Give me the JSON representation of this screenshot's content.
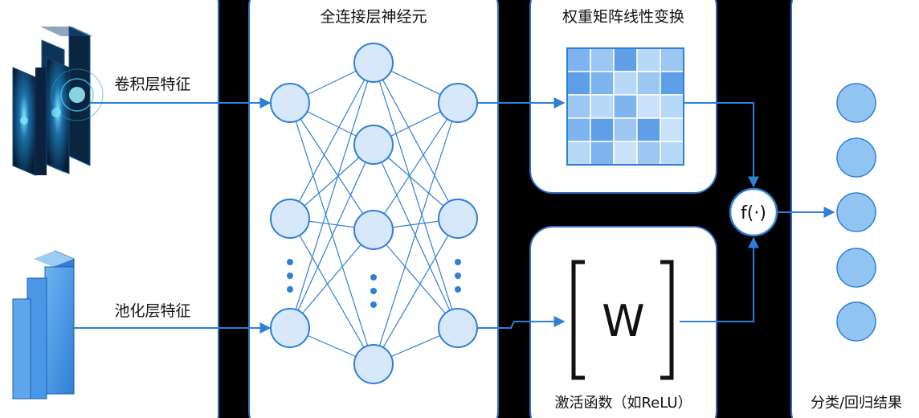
{
  "labels": {
    "conv_features": "卷积层特征",
    "pool_features": "池化层特征",
    "fc_neurons": "全连接层神经元",
    "weight_matrix_transform": "权重矩阵线性变换",
    "activation_function": "激活函数（如ReLU）",
    "output_results": "分类/回归结果",
    "weight_symbol": "W",
    "function_node": "f(·)"
  },
  "colors": {
    "background": "#000000",
    "panel_fill": "#FFFFFF",
    "panel_border": "#2F6FC0",
    "connection_blue": "#2F7FD6",
    "node_fill": "#D6E8FA",
    "output_node_fill": "#92C4F2",
    "matrix_cells": [
      "#7DB4EE",
      "#9CC7F3",
      "#B7D8F7",
      "#5E9FE8",
      "#C9E2FA"
    ]
  },
  "icons": {
    "conv_feature_maps": "stacked-feature-map-icon",
    "pool_feature_maps": "stacked-blue-panels-icon"
  }
}
